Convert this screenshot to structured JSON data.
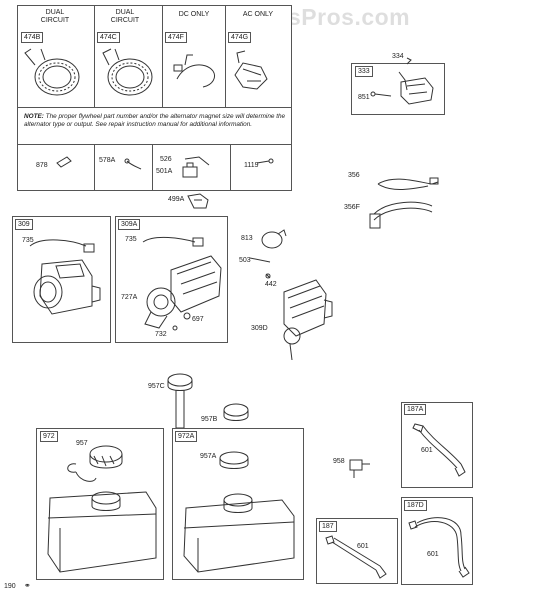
{
  "watermark": "AppliancePartsPros.com",
  "page_number": "190",
  "alternator_table": {
    "headers": [
      "DUAL CIRCUIT",
      "DUAL CIRCUIT",
      "DC ONLY",
      "AC ONLY"
    ],
    "codes": [
      "474B",
      "474C",
      "474F",
      "474G"
    ],
    "note_label": "NOTE:",
    "note_text": "The proper flywheel part number and/or the alternator magnet size will determine the alternator type or output. See repair instruction manual for additional information.",
    "bottom_parts": [
      "878",
      "578A",
      "526",
      "501A",
      "1119"
    ]
  },
  "loose_parts": [
    "499A",
    "334",
    "851",
    "356",
    "356F",
    "813",
    "503",
    "442",
    "309D",
    "957C",
    "957B",
    "958"
  ],
  "boxes": [
    {
      "code": "333"
    },
    {
      "code": "309",
      "parts": [
        "735"
      ]
    },
    {
      "code": "309A",
      "parts": [
        "735",
        "727A",
        "697",
        "732"
      ]
    },
    {
      "code": "972",
      "parts": [
        "957"
      ]
    },
    {
      "code": "972A",
      "parts": [
        "957A"
      ]
    },
    {
      "code": "187A",
      "parts": [
        "601"
      ]
    },
    {
      "code": "187",
      "parts": [
        "601"
      ]
    },
    {
      "code": "187D",
      "parts": [
        "601"
      ]
    }
  ]
}
